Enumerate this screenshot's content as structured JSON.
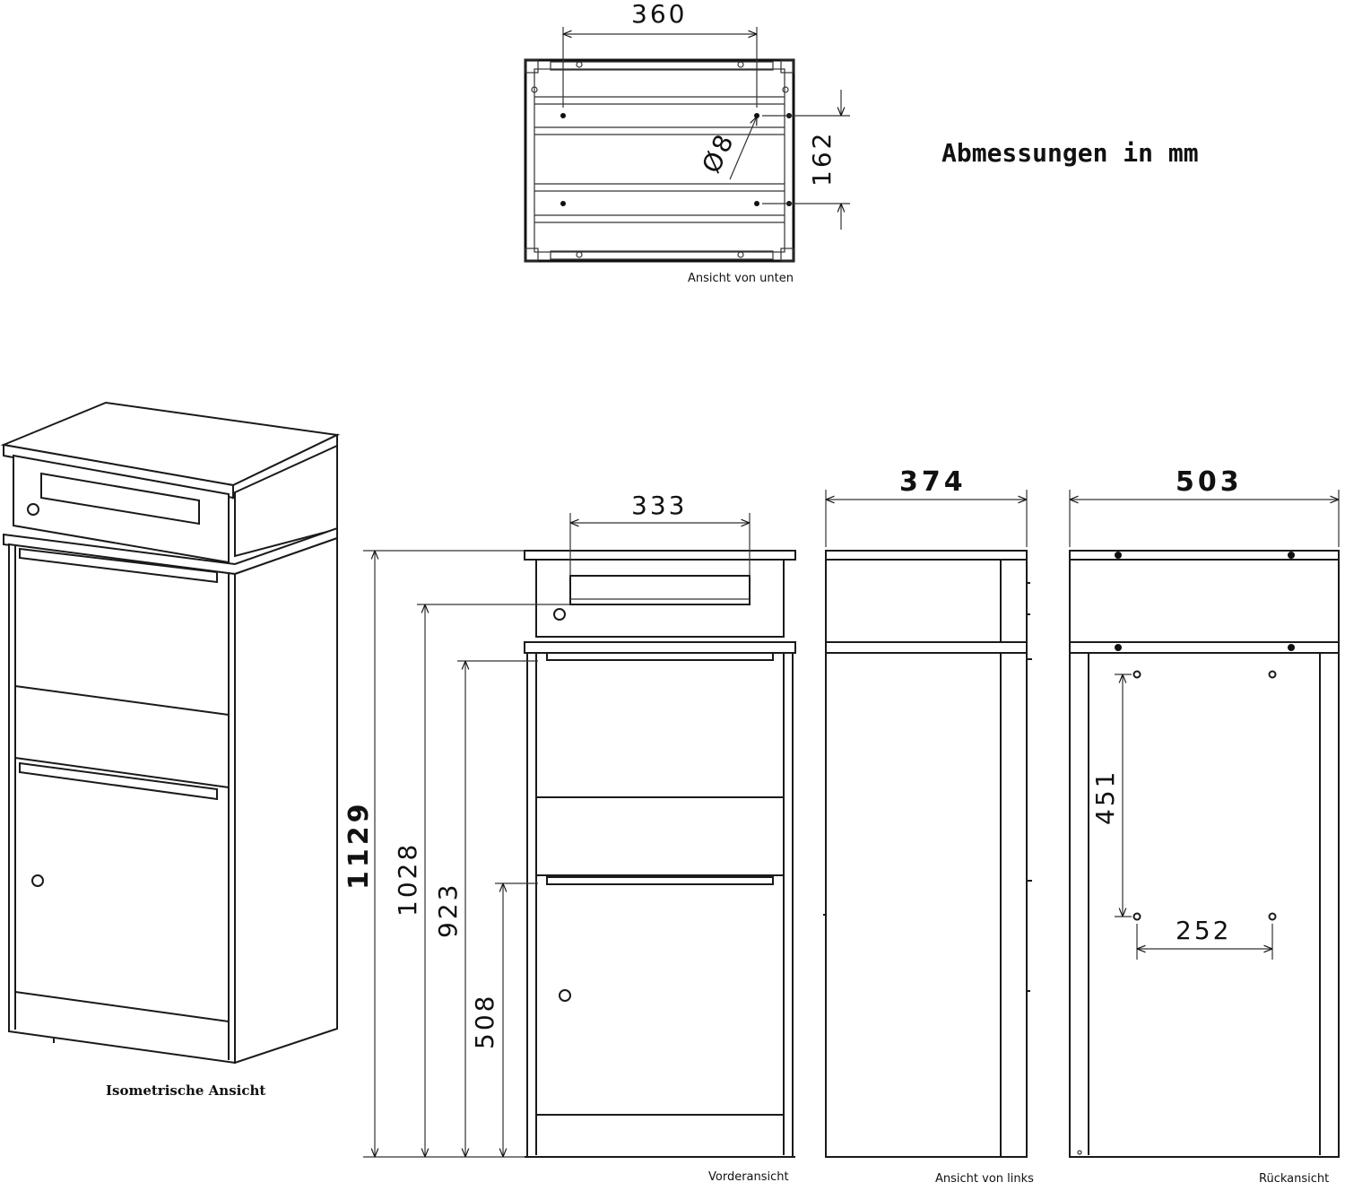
{
  "title": "Abmessungen in mm",
  "views": {
    "bottom": {
      "caption": "Ansicht von unten",
      "width": "360",
      "depth": "162",
      "hole": "Ø8"
    },
    "iso": {
      "caption": "Isometrische Ansicht"
    },
    "front": {
      "caption": "Vorderansicht",
      "slot_width": "333",
      "h_total": "1129",
      "h_slot": "1028",
      "h_door1": "923",
      "h_door2": "508"
    },
    "left": {
      "caption": "Ansicht von links",
      "depth": "374"
    },
    "back": {
      "caption": "Rückansicht",
      "width": "503",
      "hole_v": "451",
      "hole_h": "252"
    }
  }
}
